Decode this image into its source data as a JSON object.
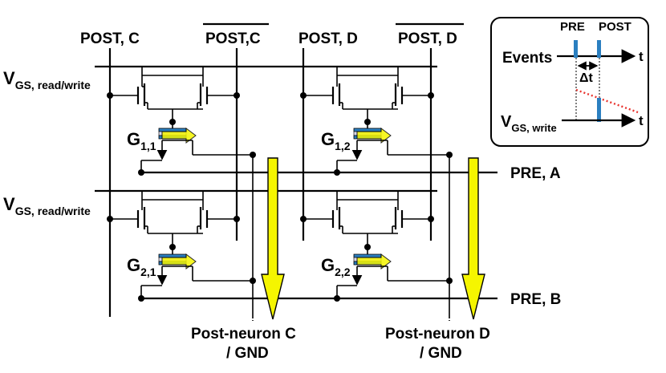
{
  "columns": {
    "post_c": "POST, C",
    "post_c_bar": "POST,C",
    "post_d": "POST, D",
    "post_d_bar": "POST, D"
  },
  "rows": {
    "vgs_main": "V",
    "vgs_sub": "GS, read/write",
    "pre_a": "PRE, A",
    "pre_b": "PRE, B"
  },
  "cells": [
    {
      "main": "G",
      "sub": "1,1"
    },
    {
      "main": "G",
      "sub": "1,2"
    },
    {
      "main": "G",
      "sub": "2,1"
    },
    {
      "main": "G",
      "sub": "2,2"
    }
  ],
  "neurons": [
    {
      "line1": "Post-neuron C",
      "line2": "/ GND"
    },
    {
      "line1": "Post-neuron D",
      "line2": "/ GND"
    }
  ],
  "inset": {
    "pre": "PRE",
    "post": "POST",
    "events": "Events",
    "t": "t",
    "delta_t": "Δt",
    "vgs_main": "V",
    "vgs_sub": "GS, write"
  },
  "colors": {
    "yellow": "#f5f500",
    "blue": "#2b7fc0",
    "red": "#e8322d"
  }
}
